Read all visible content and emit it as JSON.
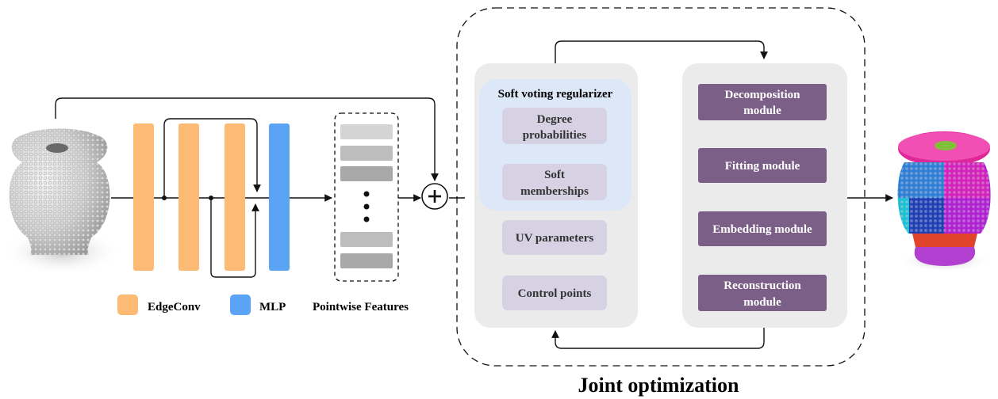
{
  "colors": {
    "edgeconv": "#FDBA74",
    "mlp": "#5BA4F5",
    "feature_light": "#D4D4D4",
    "feature_mid": "#BDBDBD",
    "feature_dark": "#A8A8A8",
    "panel_bg": "#EBEBEB",
    "voting_bg": "#DCE8F8",
    "param_box": "#D6D1E3",
    "module_box": "#7B5F87",
    "line": "#111111"
  },
  "legend": {
    "edgeconv_label": "EdgeConv",
    "mlp_label": "MLP",
    "features_label": "Pointwise Features"
  },
  "input_object": {
    "icon": "point-cloud-vase-icon"
  },
  "output_object": {
    "icon": "segmented-point-cloud-vase-icon"
  },
  "sum_node": {
    "symbol": "+"
  },
  "ellipsis": {
    "symbol": "⋮"
  },
  "left_panel": {
    "voting_title": "Soft voting regularizer",
    "degree_line1": "Degree",
    "degree_line2": "probabilities",
    "soft_line1": "Soft",
    "soft_line2": "memberships",
    "uv_label": "UV parameters",
    "control_label": "Control points"
  },
  "right_panel": {
    "decomposition_line1": "Decomposition",
    "decomposition_line2": "module",
    "fitting_label": "Fitting module",
    "embedding_label": "Embedding module",
    "reconstruction_line1": "Reconstruction",
    "reconstruction_line2": "module"
  },
  "joint_label": "Joint optimization"
}
